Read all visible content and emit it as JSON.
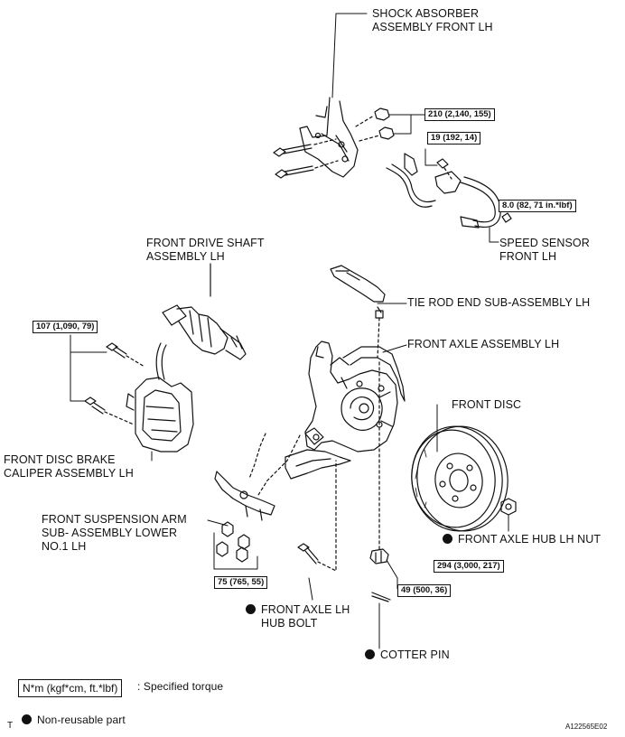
{
  "labels": {
    "shock_absorber": [
      "SHOCK ABSORBER",
      "ASSEMBLY FRONT LH"
    ],
    "drive_shaft": [
      "FRONT DRIVE SHAFT",
      "ASSEMBLY LH"
    ],
    "tie_rod": "TIE ROD END SUB-ASSEMBLY LH",
    "axle_assembly": "FRONT AXLE ASSEMBLY LH",
    "front_disc": "FRONT DISC",
    "caliper": [
      "FRONT DISC BRAKE",
      "CALIPER ASSEMBLY LH"
    ],
    "speed_sensor": [
      "SPEED SENSOR",
      "FRONT LH"
    ],
    "suspension_arm": [
      "FRONT SUSPENSION ARM",
      "SUB- ASSEMBLY LOWER",
      "NO.1 LH"
    ],
    "hub_nut": "FRONT AXLE HUB LH NUT",
    "hub_bolt": [
      "FRONT AXLE LH",
      "HUB BOLT"
    ],
    "cotter_pin": "COTTER PIN"
  },
  "torques": {
    "t210": "210 (2,140, 155)",
    "t19": "19 (192, 14)",
    "t8": "8.0 (82, 71 in.*lbf)",
    "t107": "107 (1,090, 79)",
    "t75": "75 (765, 55)",
    "t294": "294 (3,000, 217)",
    "t49": "49 (500, 36)"
  },
  "legend": {
    "unit_box": "N*m (kgf*cm, ft.*lbf)",
    "unit_desc": ": Specified torque",
    "nonreusable": "Non-reusable part"
  },
  "corner": {
    "left_mark": "T",
    "figure_id": "A122565E02"
  }
}
